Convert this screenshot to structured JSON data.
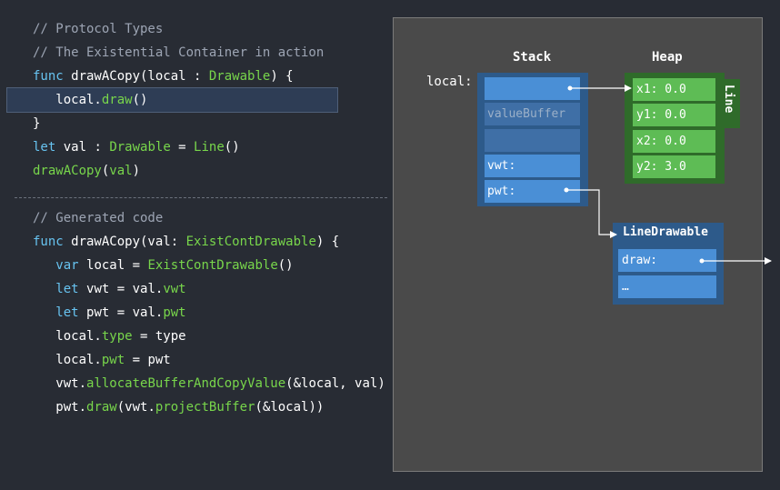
{
  "code": {
    "lines": [
      [
        [
          "cmt",
          "// Protocol Types"
        ]
      ],
      [
        [
          "cmt",
          "// The Existential Container in action"
        ]
      ],
      [
        [
          "kw",
          "func"
        ],
        [
          "pl",
          " drawACopy(local : "
        ],
        [
          "ty",
          "Drawable"
        ],
        [
          "pl",
          ") {"
        ]
      ],
      [
        [
          "pl",
          "   local."
        ],
        [
          "ty",
          "draw"
        ],
        [
          "pl",
          "()"
        ]
      ],
      [
        [
          "pl",
          "}"
        ]
      ],
      [
        [
          "kw",
          "let"
        ],
        [
          "pl",
          " val : "
        ],
        [
          "ty",
          "Drawable"
        ],
        [
          "pl",
          " = "
        ],
        [
          "ty",
          "Line"
        ],
        [
          "pl",
          "()"
        ]
      ],
      [
        [
          "ty",
          "drawACopy"
        ],
        [
          "pl",
          "("
        ],
        [
          "ty",
          "val"
        ],
        [
          "pl",
          ")"
        ]
      ],
      [
        [
          "cmt",
          "// Generated code"
        ]
      ],
      [
        [
          "kw",
          "func"
        ],
        [
          "pl",
          " drawACopy(val: "
        ],
        [
          "ty",
          "ExistContDrawable"
        ],
        [
          "pl",
          ") {"
        ]
      ],
      [
        [
          "pl",
          "   "
        ],
        [
          "kw",
          "var"
        ],
        [
          "pl",
          " local = "
        ],
        [
          "ty",
          "ExistContDrawable"
        ],
        [
          "pl",
          "()"
        ]
      ],
      [
        [
          "pl",
          "   "
        ],
        [
          "kw",
          "let"
        ],
        [
          "pl",
          " vwt = val."
        ],
        [
          "ty",
          "vwt"
        ]
      ],
      [
        [
          "pl",
          "   "
        ],
        [
          "kw",
          "let"
        ],
        [
          "pl",
          " pwt = val."
        ],
        [
          "ty",
          "pwt"
        ]
      ],
      [
        [
          "pl",
          "   local."
        ],
        [
          "ty",
          "type"
        ],
        [
          "pl",
          " = type"
        ]
      ],
      [
        [
          "pl",
          "   local."
        ],
        [
          "ty",
          "pwt"
        ],
        [
          "pl",
          " = pwt"
        ]
      ],
      [
        [
          "pl",
          "   vwt."
        ],
        [
          "ty",
          "allocateBufferAndCopyValue"
        ],
        [
          "pl",
          "(&local, val)"
        ]
      ],
      [
        [
          "pl",
          "   pwt."
        ],
        [
          "ty",
          "draw"
        ],
        [
          "pl",
          "(vwt."
        ],
        [
          "ty",
          "projectBuffer"
        ],
        [
          "pl",
          "(&local))"
        ]
      ]
    ]
  },
  "diagram": {
    "stack_header": "Stack",
    "heap_header": "Heap",
    "local_label": "local:",
    "stack_cells": [
      "",
      "valueBuffer",
      "",
      "vwt:",
      "pwt:"
    ],
    "heap_cells": [
      "x1: 0.0",
      "y1: 0.0",
      "x2: 0.0",
      "y2: 3.0"
    ],
    "heap_tab": "Line",
    "linedrawable_title": "LineDrawable",
    "linedrawable_cells": [
      "draw:",
      "…"
    ]
  }
}
